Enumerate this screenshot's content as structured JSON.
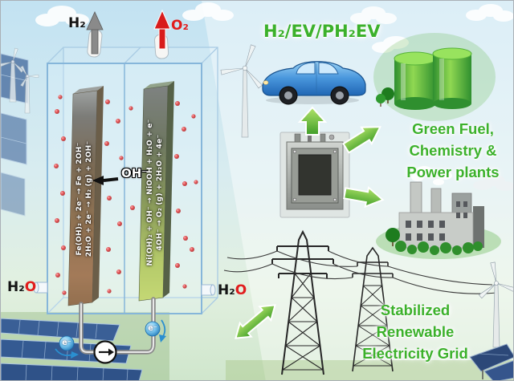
{
  "colors": {
    "accent_green": "#3cb12b",
    "accent_red": "#e11d1d",
    "electron_blue": "#2a8fd0",
    "iron_electrode_brown": "#7a4e22",
    "nickel_electrode_green": "#a8be40"
  },
  "cell": {
    "h2_outlet_label": "H₂",
    "o2_outlet_label": "O₂",
    "hydroxide_label": "OH⁻",
    "water_left": {
      "h2": "H₂",
      "o": "O"
    },
    "water_right": {
      "h2": "H₂",
      "o": "O"
    },
    "iron_electrode": {
      "line1": "Fe(OH)₂ + 2e⁻  →  Fe + 2OH⁻",
      "line2": "2H₂O + 2e⁻  →  H₂ (g) + 2OH⁻"
    },
    "nickel_electrode": {
      "line1": "Ni(OH)₂ + OH⁻ → NiOOH + H₂O + e⁻",
      "line2": "4OH⁻  →  O₂ (g) + 2H₂O + 4e⁻"
    },
    "electron_left": "e⁻",
    "electron_right": "e⁻"
  },
  "applications": {
    "vehicles_label": "H₂/EV/PH₂EV",
    "green_fuel": {
      "line1": "Green Fuel,",
      "line2": "Chemistry &",
      "line3": "Power plants"
    },
    "grid": {
      "line1": "Stabilized",
      "line2": "Renewable",
      "line3": "Electricity Grid"
    }
  }
}
